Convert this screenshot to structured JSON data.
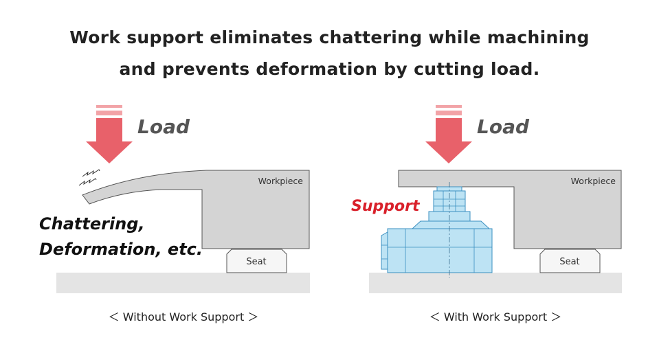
{
  "title": {
    "line1": "Work support eliminates chattering while machining",
    "line2": "and prevents deformation by cutting load."
  },
  "left_panel": {
    "load_label": "Load",
    "workpiece_label": "Workpiece",
    "seat_label": "Seat",
    "effect_line1": "Chattering,",
    "effect_line2": "Deformation, etc.",
    "caption": "＜ Without Work Support ＞"
  },
  "right_panel": {
    "load_label": "Load",
    "workpiece_label": "Workpiece",
    "seat_label": "Seat",
    "support_label": "Support",
    "caption": "＜ With Work Support ＞"
  },
  "colors": {
    "arrow": "#e8616a",
    "arrow_light": "#f2a3a7",
    "workpiece": "#d4d4d4",
    "base": "#e4e4e4",
    "support": "#bde3f4",
    "support_outline": "#3a8fc0",
    "support_text": "#d9202a"
  }
}
